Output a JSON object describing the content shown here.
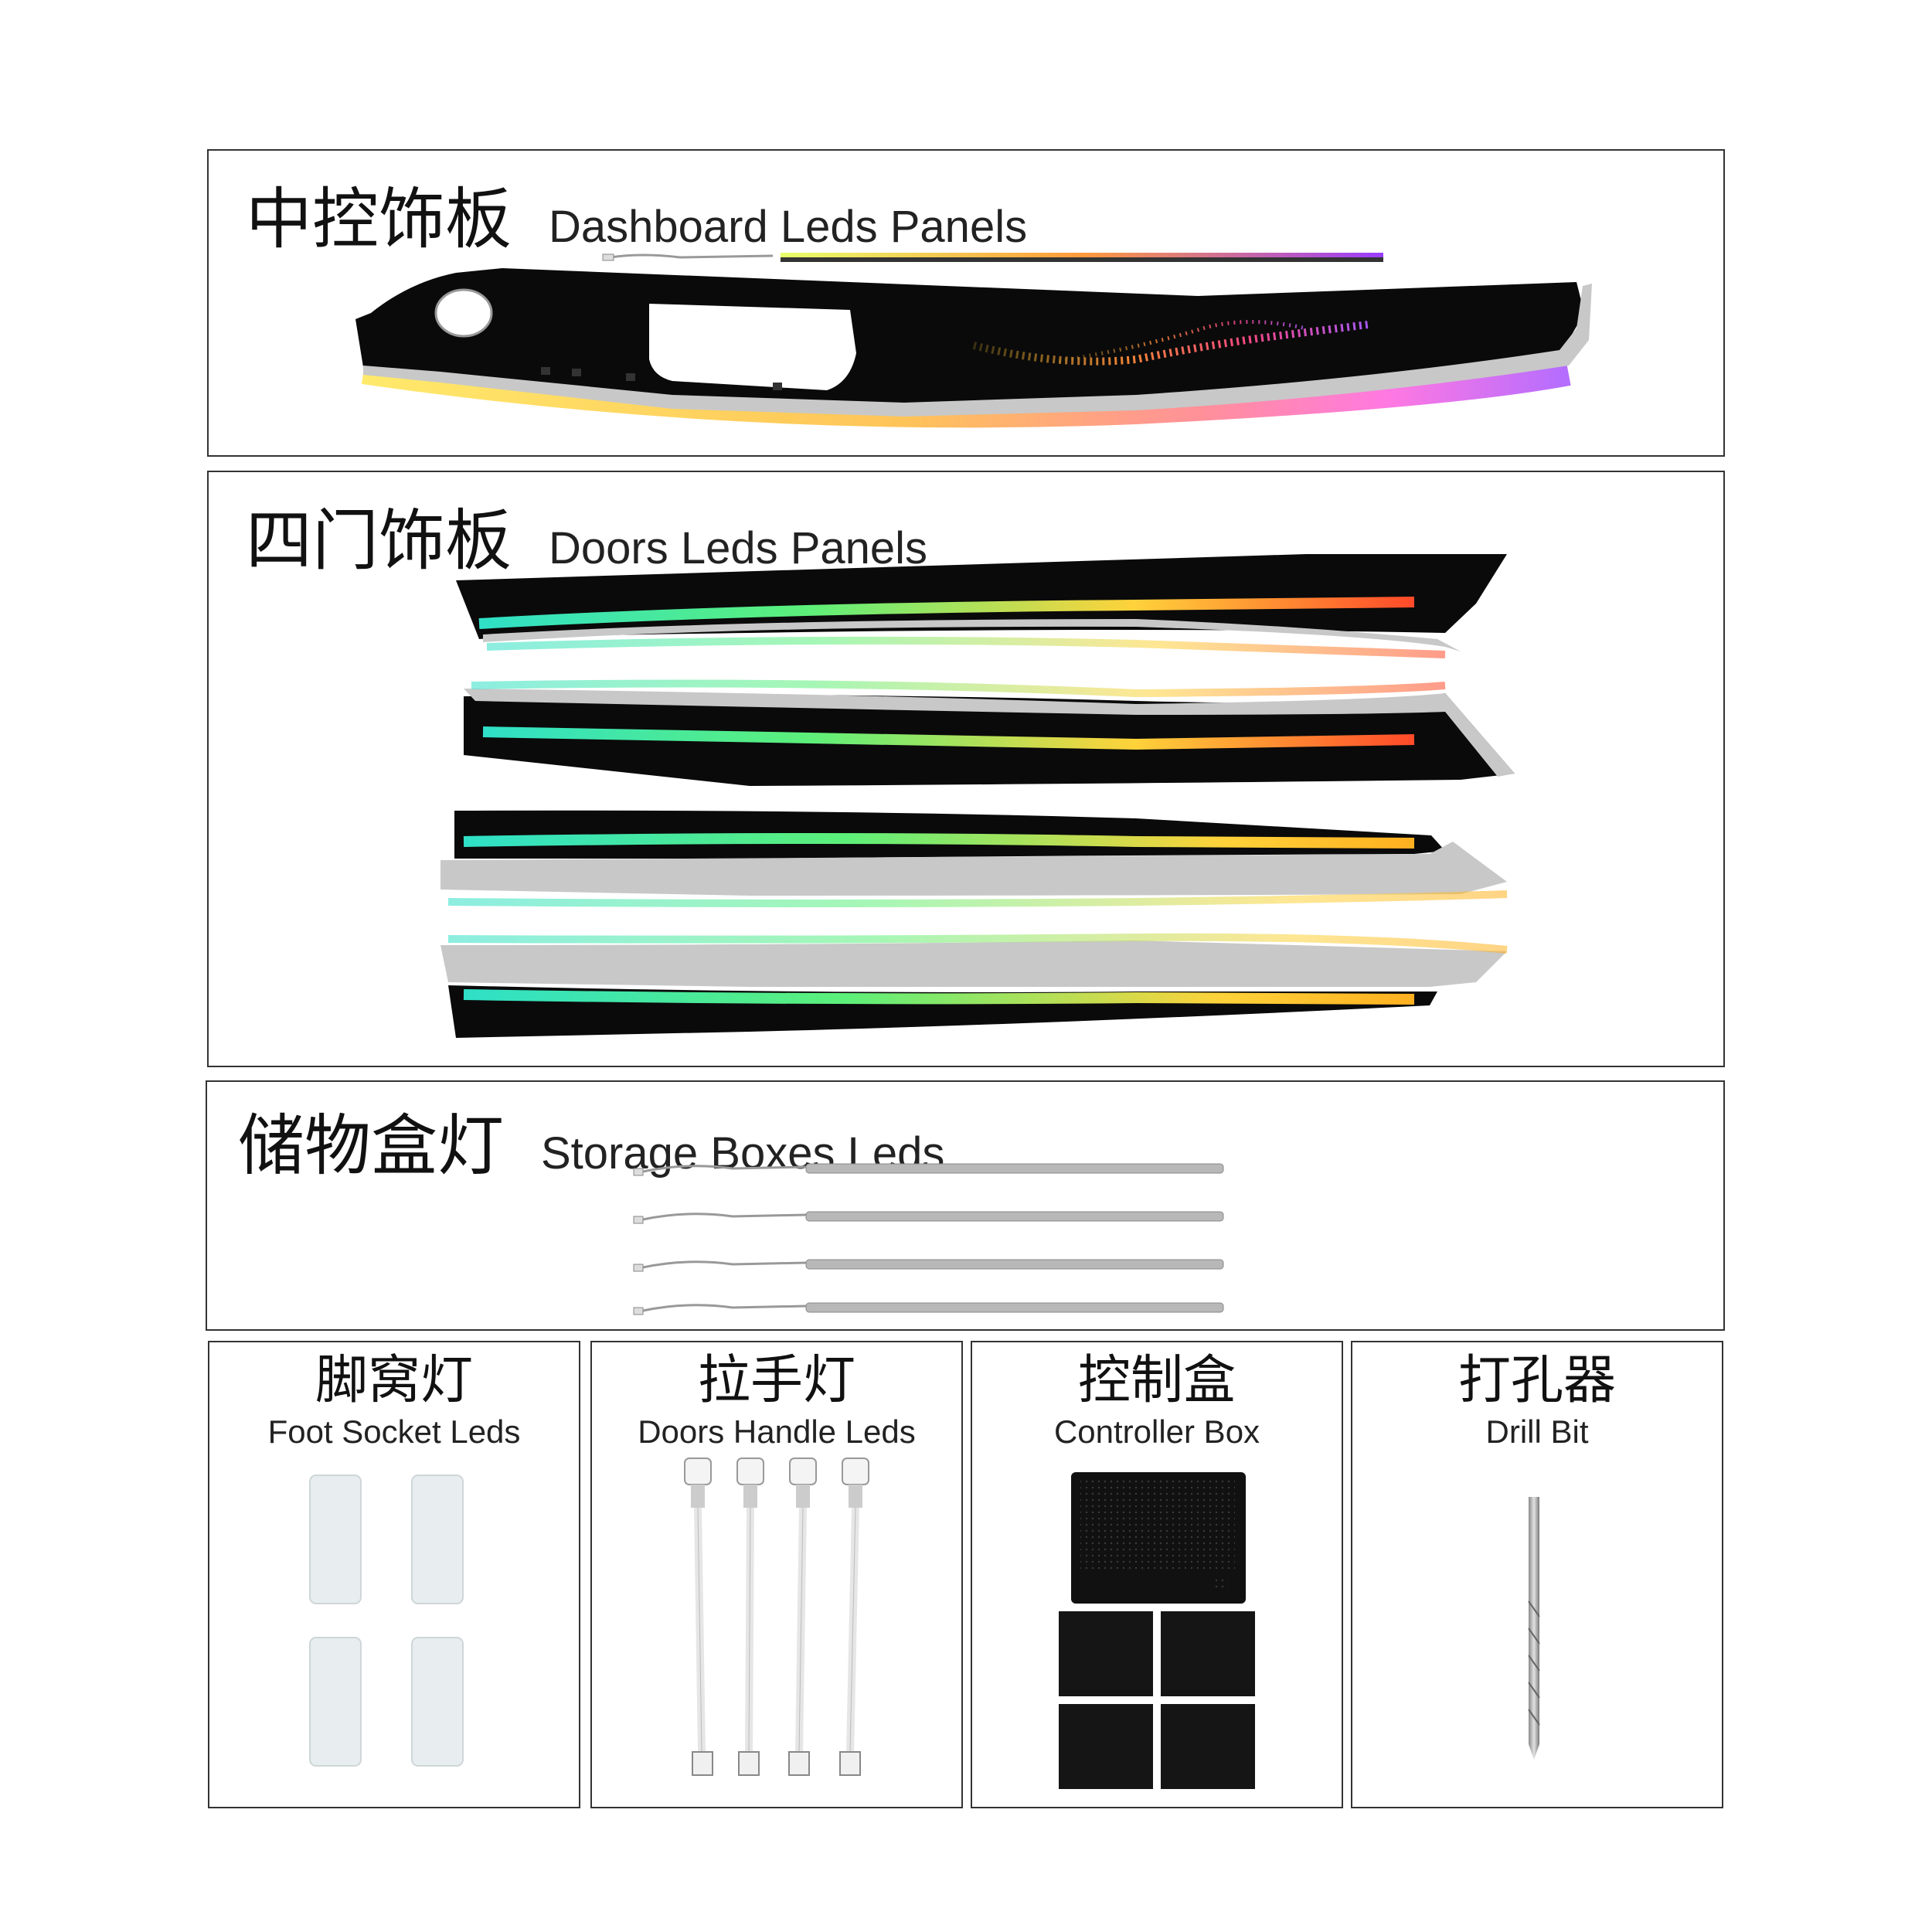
{
  "sections": {
    "dashboard": {
      "title_zh": "中控饰板",
      "title_en": "Dashboard Leds Panels"
    },
    "doors": {
      "title_zh": "四门饰板",
      "title_en": "Doors Leds Panels"
    },
    "storage": {
      "title_zh": "储物盒灯",
      "title_en": "Storage Boxes Leds"
    }
  },
  "boxes": [
    {
      "title_zh": "脚窝灯",
      "title_en": "Foot Socket Leds"
    },
    {
      "title_zh": "拉手灯",
      "title_en": "Doors Handle Leds"
    },
    {
      "title_zh": "控制盒",
      "title_en": "Controller Box"
    },
    {
      "title_zh": "打孔器",
      "title_en": "Drill Bit"
    }
  ],
  "colors": {
    "border": "#333333",
    "panel_black": "#0a0a0a",
    "trim_silver": "#c8c8c8",
    "glow_cyan": "#2fe0c8",
    "glow_green": "#5cf07a",
    "glow_yellow": "#ffd23a",
    "glow_orange": "#ff7a2a",
    "glow_purple": "#b84cff"
  }
}
